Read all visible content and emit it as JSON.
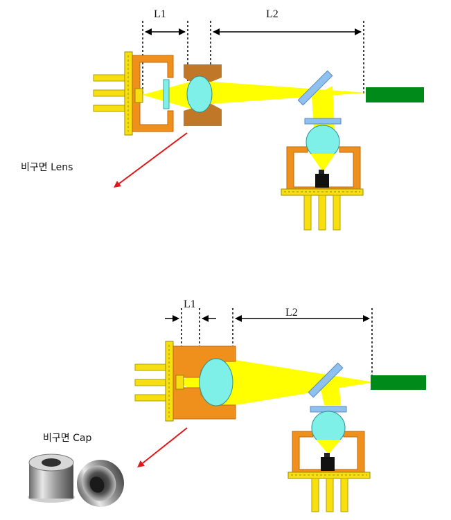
{
  "top_diagram": {
    "label_l1": "L1",
    "label_l2": "L2",
    "caption": "비구면 Lens"
  },
  "bottom_diagram": {
    "label_l1": "L1",
    "label_l2": "L2",
    "caption": "비구면 Cap"
  },
  "colors": {
    "housing_orange": "#f0901c",
    "housing_brown": "#c07828",
    "beam_yellow": "#ffff00",
    "lens_cyan": "#7ff0e8",
    "filter_blue": "#8ec0f0",
    "fiber_green": "#008a1a",
    "laser_yellow": "#f8e010",
    "arrow_red": "#e01818",
    "detector_black": "#111111"
  }
}
